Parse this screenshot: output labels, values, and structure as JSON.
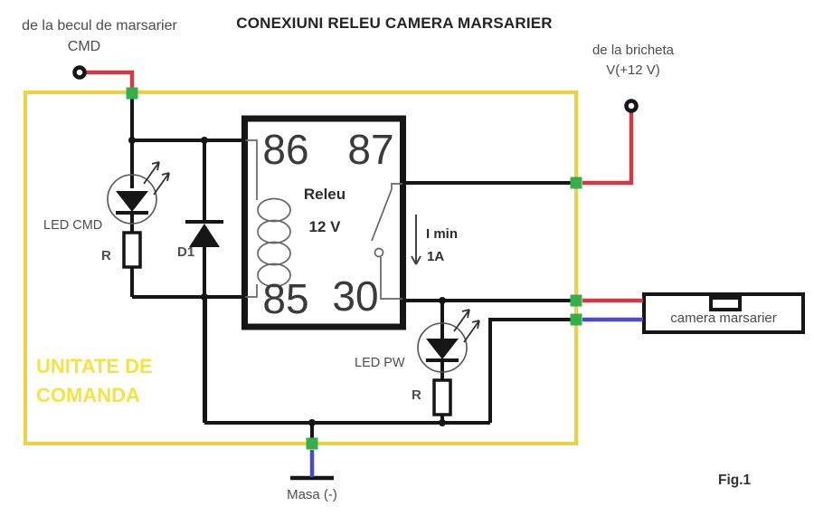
{
  "title": "CONEXIUNI RELEU CAMERA MARSARIER",
  "sources": {
    "cmd_line1": "de la becul de marsarier",
    "cmd_line2": "CMD",
    "bricheta_line1": "de la bricheta",
    "bricheta_line2": "V(+12 V)"
  },
  "command_unit": {
    "label_line1": "UNITATE DE",
    "label_line2": "COMANDA"
  },
  "relay": {
    "name": "Releu",
    "voltage": "12 V",
    "pin_86": "86",
    "pin_87": "87",
    "pin_85": "85",
    "pin_30": "30"
  },
  "current_note": {
    "line1": "I min",
    "line2": "1A"
  },
  "components": {
    "led_cmd_label": "LED CMD",
    "resistor_cmd_label": "R",
    "diode_label": "D1",
    "led_pw_label": "LED PW",
    "resistor_pw_label": "R",
    "camera_label": "camera marsarier",
    "ground_label": "Masa (-)"
  },
  "figure_caption": "Fig.1",
  "colors": {
    "wire_black": "#161616",
    "wire_red": "#cf3a45",
    "wire_blue": "#4a4ad0",
    "unit_border": "#f0cf43",
    "connector_green": "#35ae4c",
    "unit_label_yellow": "#f6e43c",
    "text_dark": "#3a3a3a"
  }
}
